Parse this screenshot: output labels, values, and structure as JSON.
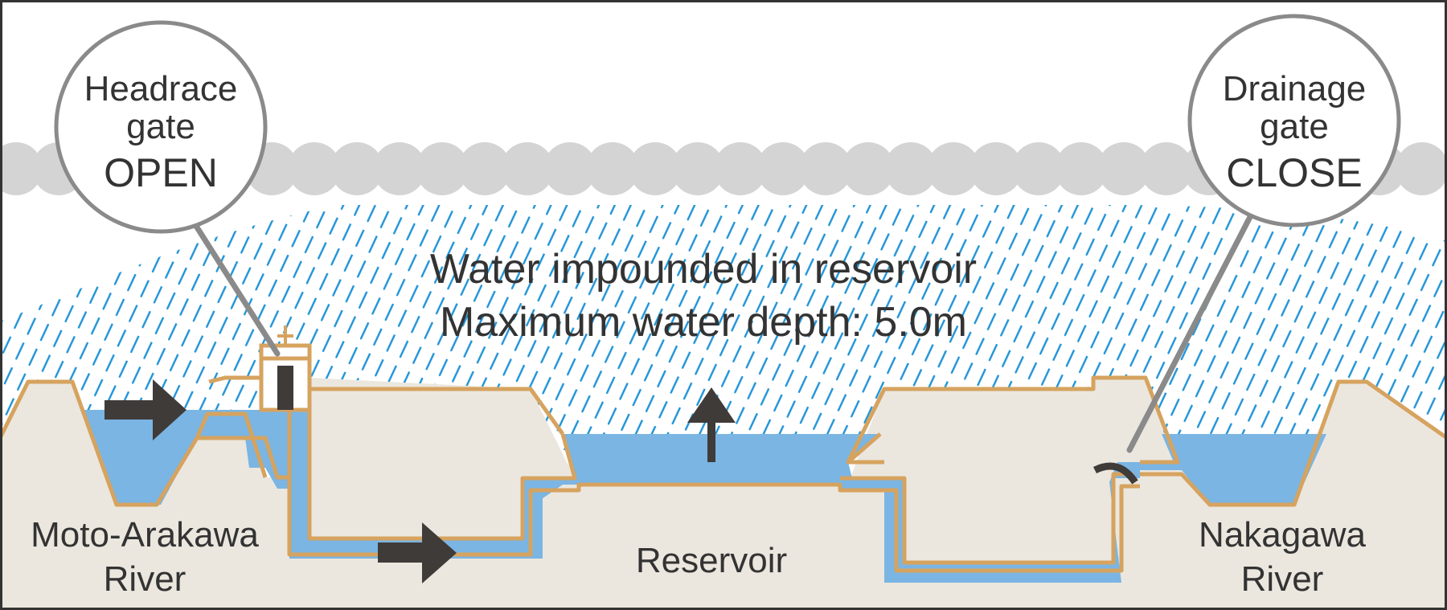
{
  "headline": {
    "line1": "Water impounded in reservoir",
    "line2": "Maximum water depth: 5.0m"
  },
  "callouts": {
    "headrace": {
      "line1": "Headrace",
      "line2": "gate",
      "state": "OPEN"
    },
    "drainage": {
      "line1": "Drainage",
      "line2": "gate",
      "state": "CLOSE"
    }
  },
  "places": {
    "left_river": {
      "line1": "Moto-Arakawa",
      "line2": "River"
    },
    "center": {
      "line1": "Reservoir"
    },
    "right_river": {
      "line1": "Nakagawa",
      "line2": "River"
    }
  },
  "icons": [
    "rain-cloud-band",
    "rain-streaks",
    "flow-arrow-right",
    "flow-arrow-up",
    "gate-tower-icon",
    "drainage-gate-icon"
  ],
  "colors": {
    "water": "#7ab5e3",
    "ground": "#ebe7df",
    "embankment_outline": "#d6a35f",
    "rain": "#1f93d6",
    "cloud": "#d4d4d4",
    "arrow": "#3f3b39",
    "callout_stroke": "#8a8a8a",
    "text": "#333333"
  }
}
